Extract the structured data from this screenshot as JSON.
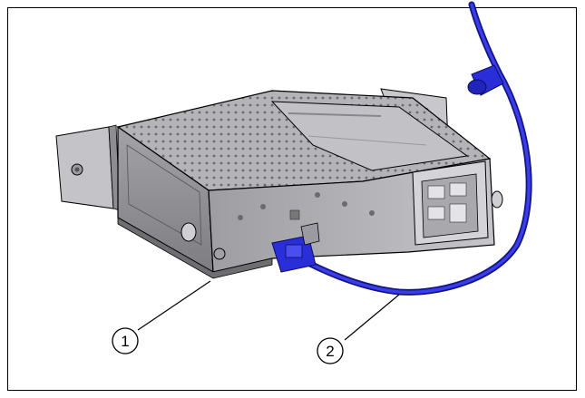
{
  "callouts": [
    {
      "id": "1",
      "label": "1"
    },
    {
      "id": "2",
      "label": "2"
    }
  ],
  "colors": {
    "cable": "#2a2ed8",
    "cable_dark": "#13138a",
    "metal_top": "#b9b9bd",
    "metal_side": "#8f8f94",
    "metal_dark": "#5a5a5f",
    "outline": "#000000"
  }
}
